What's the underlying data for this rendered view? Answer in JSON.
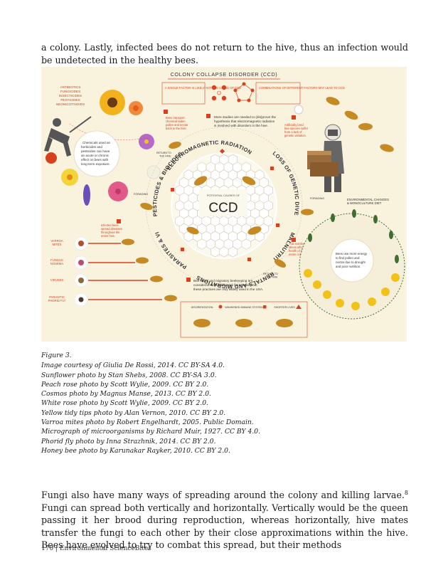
{
  "top_paragraph": "a colony. Lastly, infected bees do not return to the hive, thus an infection would be undetected in the healthy bees.",
  "infographic": {
    "title": "COLONY COLLAPSE DISORDER (CCD)",
    "single_factor": "A SINGLE FACTOR IS LIKELY NOT THE CAUSE OF CCD",
    "combinations": "COMBINATIONS OF DIFFERENT FACTORS MAY LEAD TO CCD",
    "chemicals_list": [
      "ANTIBIOTICS",
      "FUNGICIDES",
      "INSECTICIDES",
      "PESTICIDES",
      "NEONICOTINOIDS"
    ],
    "chemicals_note": "Chemicals used as herbicides and pesticides can have an acute or chronic effect on bees with long-term exposure.",
    "transport_note": "Bees transport chemical-laden pollen and nectar back to the hive.",
    "return_hive_1": "RETURN TO THE HIVE",
    "emr_note": "More studies are needed to (dis)prove the hypothesis that electromagnetic radiation is involved with disorders in the hive.",
    "artificial_note": "Artificially bred bee species suffer from a lack of genetic variation.",
    "ring_labels": {
      "top": "ELECTROMAGNETIC RADIATION",
      "right_top": "LOSS OF GENETIC DIVERSITY",
      "right_bottom": "MALNUTRITION",
      "bottom": "RENTALS AND MIGRATIONS",
      "left_bottom": "PARASITES & VIRUSES",
      "left_top": "PESTICIDES & BIOCIDES"
    },
    "potential_causes": "POTENTIAL CAUSES OF",
    "ccd": "CCD",
    "foraging_left": "FORAGING",
    "foraging_right": "FORAGING",
    "infected_note": "Infected bees spread diseases throughout the entire hive.",
    "parasites": [
      "VARROA MITES",
      "FUNGUS NOSEMA",
      "VIRUSES",
      "PARASITIC PHORID FLY"
    ],
    "nutritional_note": "This nutritional stress affects the health of the entire colony.",
    "env_changes": "ENVIRONMENTAL CHANGES & MONOCULTURE DIET",
    "energy_note": "Bees use more energy to find pollen and nectar due to drought and poor nutrition.",
    "return_hive_2": "RETURN TO THE HIVE",
    "rental_note": "Bee rental and migratory beekeeping are considered stressful factors for colonies, but these practices are only widely used in the USA.",
    "legend": [
      "DISORIENTATION",
      "WEAKENED IMMUNE SYSTEM",
      "SHORTER LIVES"
    ],
    "colors": {
      "background": "#f9f2dd",
      "accent": "#d9411e",
      "honey": "#f0b632",
      "ink": "#3a3a3a",
      "leaf": "#3f6e2f"
    }
  },
  "figure_caption": {
    "label": "Figure 3.",
    "lines": [
      "Image courtesy of Giulia De Rossi, 2014. CC BY-SA 4.0.",
      "Sunflower photo by Stan Shebs, 2008. CC BY-SA 3.0.",
      "Peach rose photo by Scott Wylie, 2009. CC BY 2.0.",
      "Cosmos photo by Magnus Manse, 2013. CC BY 2.0.",
      "White rose photo by Scott Wylie, 2009. CC BY 2.0.",
      "Yellow tidy tips photo by Alan Vernon, 2010. CC BY 2.0.",
      "Varroa mites photo by Robert Engelhardt, 2005. Public Domain.",
      "Micrograph of microorganisms by Richard Muir, 1927. CC BY 4.0.",
      "Phorid fly photo by Inna Strazhnik, 2014. CC BY 2.0.",
      "Honey bee photo by Karunakar Rayker, 2010. CC BY 2.0."
    ]
  },
  "bottom_paragraph": {
    "part1": "Fungi also have many ways of spreading around the colony and killing larvae.",
    "footnote": "8",
    "part2": " Fungi can spread both vertically and horizontally. Vertically would be the queen passing it her brood during reproduction, whereas horizontally, hive mates transfer the fungi to each other by their close approximations within the hive. Bees have evolved to try to combat this spread, but their methods"
  },
  "footer": "170 | Environmental ScienceBites"
}
